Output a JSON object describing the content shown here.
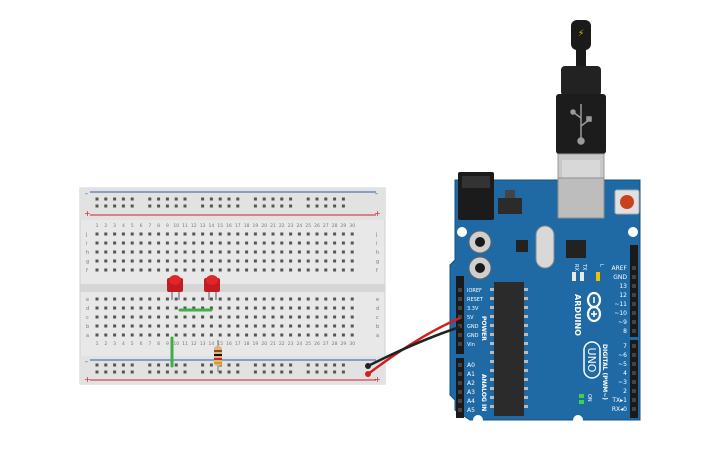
{
  "colors": {
    "board_blue": "#1f6aa5",
    "board_dark": "#15507e",
    "breadboard": "#e6e6e6",
    "breadboard_rail": "#dcdcdc",
    "rail_red": "#d0212a",
    "rail_blue": "#2a5ea8",
    "led_red": "#e0262b",
    "wire_green": "#3fae4a",
    "wire_red": "#d21f1f",
    "wire_black": "#222222",
    "chip": "#2b2b2b"
  },
  "breadboard": {
    "plus": "+",
    "minus": "-",
    "column_numbers": [
      "1",
      "2",
      "3",
      "4",
      "5",
      "6",
      "7",
      "8",
      "9",
      "10",
      "11",
      "12",
      "13",
      "14",
      "15",
      "16",
      "17",
      "18",
      "19",
      "20",
      "21",
      "22",
      "23",
      "24",
      "25",
      "26",
      "27",
      "28",
      "29",
      "30"
    ],
    "rows_top": [
      "j",
      "i",
      "h",
      "g",
      "f"
    ],
    "rows_bottom": [
      "e",
      "d",
      "c",
      "b",
      "a"
    ]
  },
  "arduino": {
    "brand": "ARDUINO",
    "model": "UNO",
    "digital_label": "DIGITAL (PWM~)",
    "analog_label": "ANALOG IN",
    "power_label": "POWER",
    "power_pins": [
      "IOREF",
      "RESET",
      "3.3V",
      "5V",
      "GND",
      "GND",
      "Vin"
    ],
    "analog_pins": [
      "A0",
      "A1",
      "A2",
      "A3",
      "A4",
      "A5"
    ],
    "digital_pins_top": [
      "AREF",
      "GND",
      "13",
      "12",
      "~11",
      "~10",
      "~9",
      "8"
    ],
    "digital_pins_bottom": [
      "7",
      "~6",
      "~5",
      "4",
      "~3",
      "2",
      "TX▸1",
      "RX◂0"
    ],
    "tx_label": "TX",
    "rx_label": "RX",
    "l_label": "L",
    "on_label": "ON"
  },
  "usb": {
    "icon_name": "usb-icon",
    "lightning_icon": "lightning-icon"
  }
}
